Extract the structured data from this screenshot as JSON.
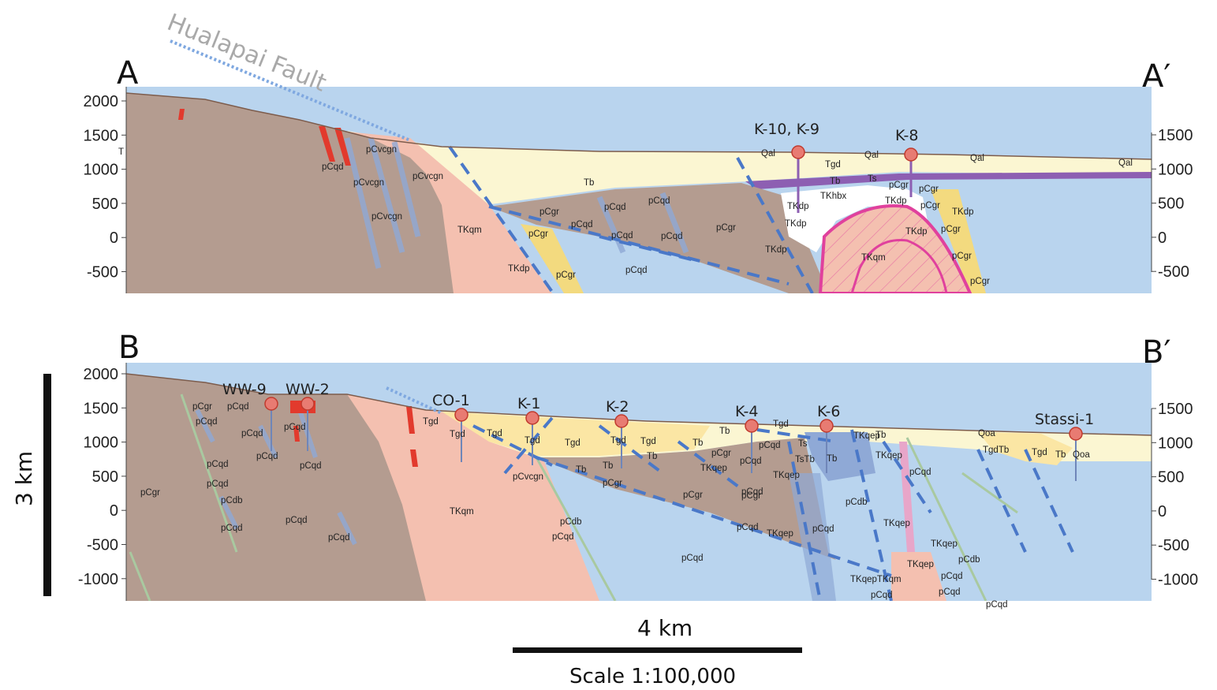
{
  "colors": {
    "brown": "#b49c90",
    "salmon": "#f4c0b0",
    "blue": "#b9d4ee",
    "darkblue": "#8fa9d6",
    "cream": "#fbf6d2",
    "yellow": "#f3da7f",
    "purple": "#8d5fb2",
    "magenta": "#e0419d",
    "red": "#e23a2d",
    "fault_blue": "#4a78c8",
    "fault_gray": "#a9a9a9"
  },
  "sectionA": {
    "label_left": "A",
    "label_right": "A′",
    "fault_label": "Hualapai Fault",
    "left_axis": [
      "2000",
      "1500",
      "1000",
      "500",
      "0",
      "-500"
    ],
    "right_axis": [
      "1500",
      "1000",
      "500",
      "0",
      "-500"
    ],
    "wells": [
      "K-10, K-9",
      "K-8"
    ],
    "units": [
      "T",
      "pCvcgn",
      "pCqd",
      "pCvcgn",
      "pCvcgn",
      "pCvcgn",
      "Tb",
      "TKqm",
      "pCgr",
      "pCqd",
      "pCqd",
      "pCgr",
      "pCqd",
      "pCqd",
      "pCqd",
      "pCgr",
      "TKdp",
      "pCgr",
      "pCqd",
      "Qal",
      "Qal",
      "Qal",
      "Qal",
      "Tgd",
      "Tb",
      "Ts",
      "pCgr",
      "pCgr",
      "TKhbx",
      "TKdp",
      "TKdp",
      "TKdp",
      "pCgr",
      "TKdp",
      "TKdp",
      "pCgr",
      "TKdp",
      "TKqm",
      "pCgr",
      "pCgr"
    ]
  },
  "sectionB": {
    "label_left": "B",
    "label_right": "B′",
    "left_axis": [
      "2000",
      "1500",
      "1000",
      "500",
      "0",
      "-500",
      "-1000"
    ],
    "right_axis": [
      "1500",
      "1000",
      "500",
      "0",
      "-500",
      "-1000"
    ],
    "wells": [
      "WW-9",
      "WW-2",
      "CO-1",
      "K-1",
      "K-2",
      "K-4",
      "K-6",
      "Stassi-1"
    ],
    "units": [
      "pCgr",
      "pCqd",
      "pCqd",
      "pCqd",
      "pCqd",
      "pCqd",
      "pCqd",
      "pCqd",
      "pCqd",
      "pCgr",
      "pCdb",
      "pCqd",
      "pCqd",
      "pCqd",
      "pCqd",
      "Tgd",
      "Tgd",
      "Tgd",
      "Tgd",
      "Tgd",
      "Tgd",
      "Tgd",
      "TKqm",
      "pCdb",
      "pCvcgn",
      "Tb",
      "Tb",
      "pCgr",
      "pCqd",
      "Tb",
      "Tb",
      "pCgr",
      "TKqep",
      "pCgr",
      "pCgr",
      "Tb",
      "Tgd",
      "pCqd",
      "Ts",
      "TsTb",
      "Tb",
      "TKqep",
      "TKqep",
      "pCqd",
      "TKqep",
      "pCdb",
      "pCqd",
      "pCqd",
      "TKqep",
      "pCqd",
      "pCqd",
      "pCqd",
      "TKqep",
      "TKqep",
      "TKqep",
      "pCdb",
      "TKqepTKqm",
      "pCqd",
      "pCqd",
      "pCqd",
      "Tb",
      "Qoa",
      "TgdTb",
      "Tgd",
      "Tb",
      "Qoa"
    ]
  },
  "scale": {
    "vertical_label": "3 km",
    "horizontal_label": "4 km",
    "ratio": "Scale 1:100,000"
  }
}
